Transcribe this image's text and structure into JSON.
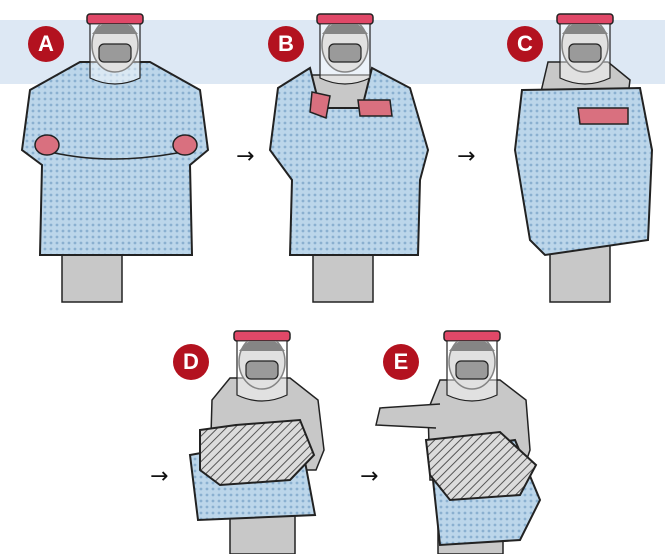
{
  "colors": {
    "badge": "#b3121f",
    "band": "#dde8f4",
    "gown": "#bcd6ea",
    "gown_dots": "#8ab0d0",
    "headband": "#e04868",
    "glove": "#d9707f",
    "skin_gray": "#c8c8c8",
    "outline": "#222222"
  },
  "steps": [
    {
      "label": "A"
    },
    {
      "label": "B"
    },
    {
      "label": "C"
    },
    {
      "label": "D"
    },
    {
      "label": "E"
    }
  ],
  "icons": {
    "arrow": "→"
  }
}
